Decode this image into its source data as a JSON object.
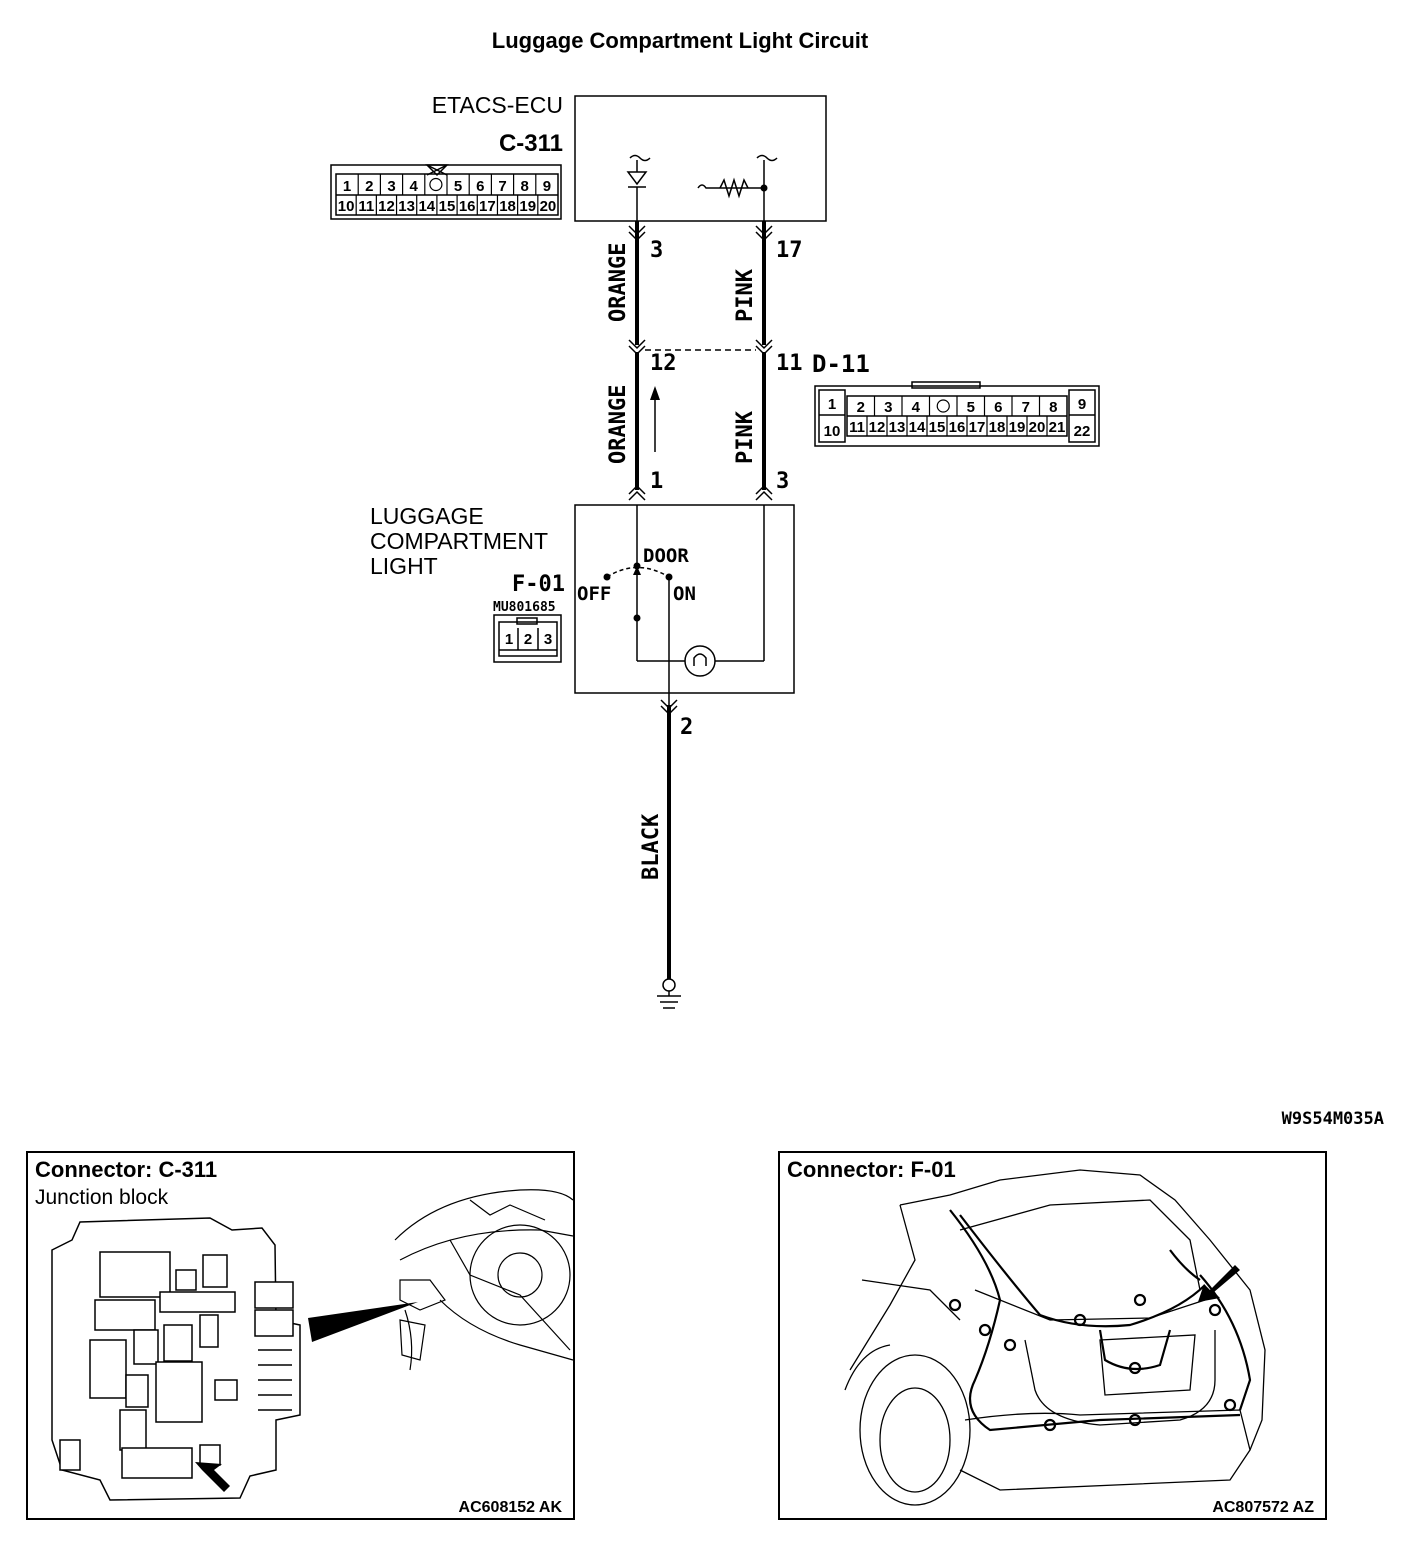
{
  "title": "Luggage Compartment Light Circuit",
  "figure_id": "W9S54M035A",
  "etacs": {
    "name": "ETACS-ECU",
    "connector": "C-311",
    "pins_top": [
      "1",
      "2",
      "3",
      "4",
      "",
      "5",
      "6",
      "7",
      "8",
      "9"
    ],
    "pins_bottom": [
      "10",
      "11",
      "12",
      "13",
      "14",
      "15",
      "16",
      "17",
      "18",
      "19",
      "20"
    ]
  },
  "wires": {
    "orange_upper": "ORANGE",
    "pink_upper": "PINK",
    "orange_lower": "ORANGE",
    "pink_lower": "PINK",
    "black": "BLACK"
  },
  "pins": {
    "c311_orange": "3",
    "c311_pink": "17",
    "d11_orange": "12",
    "d11_pink": "11",
    "f01_orange": "1",
    "f01_pink": "3",
    "f01_ground": "2"
  },
  "d11": {
    "connector": "D-11",
    "left_top": "1",
    "left_bottom": "10",
    "right_top": "9",
    "right_bottom": "22",
    "mid_top": [
      "2",
      "3",
      "4",
      "",
      "5",
      "6",
      "7",
      "8"
    ],
    "mid_bottom": [
      "11",
      "12",
      "13",
      "14",
      "15",
      "16",
      "17",
      "18",
      "19",
      "20",
      "21"
    ]
  },
  "light": {
    "name_line1": "LUGGAGE",
    "name_line2": "COMPARTMENT",
    "name_line3": "LIGHT",
    "connector": "F-01",
    "part_number": "MU801685",
    "pins": [
      "1",
      "2",
      "3"
    ],
    "switch_label": "DOOR",
    "off_label": "OFF",
    "on_label": "ON"
  },
  "panel_left": {
    "title": "Connector: C-311",
    "subtitle": "Junction block",
    "code": "AC608152 AK"
  },
  "panel_right": {
    "title": "Connector: F-01",
    "code": "AC807572 AZ"
  }
}
